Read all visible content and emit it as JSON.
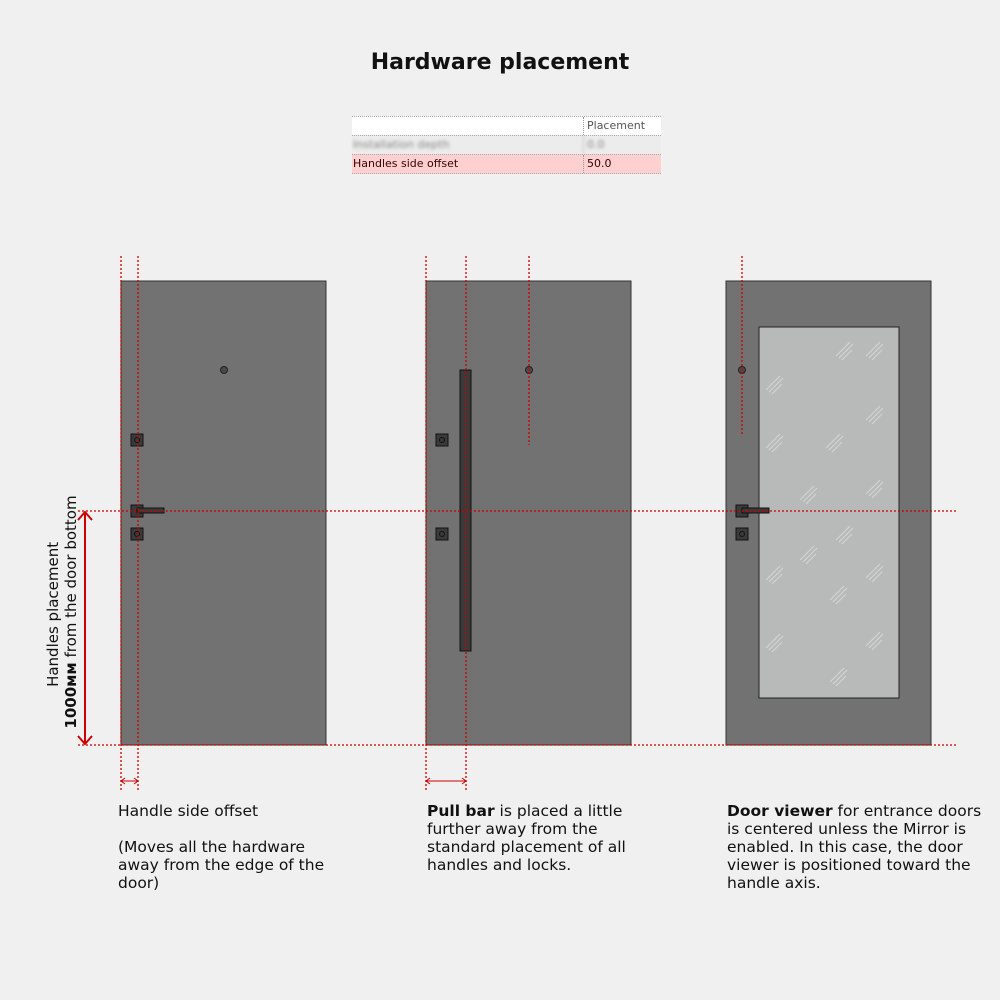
{
  "title": "Hardware placement",
  "properties_table": {
    "header": {
      "label": "",
      "value": "Placement"
    },
    "rows": [
      {
        "label": "Installation depth",
        "value": "0.0",
        "state": "blurred"
      },
      {
        "label": "Handles side offset",
        "value": "50.0",
        "state": "highlighted"
      }
    ]
  },
  "dimension": {
    "line1": "Handles placement",
    "value_bold": "1000мм",
    "line2_rest": " from the door bottom"
  },
  "captions": {
    "left": {
      "text": "Handle side offset",
      "note": "(Moves all the hardware away from the edge of the door)"
    },
    "middle": {
      "bold": "Pull bar",
      "rest": " is placed a little further away from the standard placement of all handles and locks."
    },
    "right": {
      "bold": "Door viewer",
      "rest": " for entrance doors is centered unless the Mirror is enabled. In this case, the door viewer is positioned toward the handle axis."
    }
  },
  "colors": {
    "background": "#f0f0f0",
    "door": "#727272",
    "guide_line": "#cc0000",
    "glass": "#b8b9b9",
    "hardware": "#3a3a3a",
    "highlight_row": "#ffd0d0"
  }
}
